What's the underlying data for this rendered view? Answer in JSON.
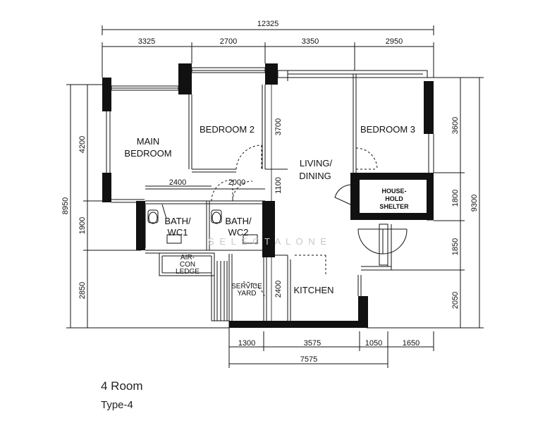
{
  "plan": {
    "overall_width": "12325",
    "top_dims": [
      "3325",
      "2700",
      "3350",
      "2950"
    ],
    "right_dims": [
      "3600",
      "1800",
      "1850",
      "2050"
    ],
    "right_total": "9300",
    "left_total": "8950",
    "left_dims": [
      "4200",
      "1900",
      "2850"
    ],
    "bottom_dims": [
      "1300",
      "3575",
      "1050",
      "1650"
    ],
    "bottom_total": "7575",
    "inner_dims": {
      "bath_w1": "2400",
      "bath_w2": "2000",
      "bedroom2_h": "3700",
      "living_gap": "1100",
      "service_h": "2400"
    },
    "rooms": {
      "main_bedroom_1": "MAIN",
      "main_bedroom_2": "BEDROOM",
      "bedroom2": "BEDROOM 2",
      "bedroom3": "BEDROOM 3",
      "living_1": "LIVING/",
      "living_2": "DINING",
      "shelter_1": "HOUSE-",
      "shelter_2": "HOLD",
      "shelter_3": "SHELTER",
      "bath1_1": "BATH/",
      "bath1_2": "WC1",
      "bath2_1": "BATH/",
      "bath2_2": "WC2",
      "aircon_1": "AIR-",
      "aircon_2": "CON",
      "aircon_3": "LEDGE",
      "service_1": "SERVICE",
      "service_2": "YARD",
      "kitchen": "KITCHEN"
    },
    "watermark": "S  E  L  E  C  T  A  L  O  N  E"
  },
  "caption": {
    "title": "4 Room",
    "subtitle": "Type-4"
  }
}
